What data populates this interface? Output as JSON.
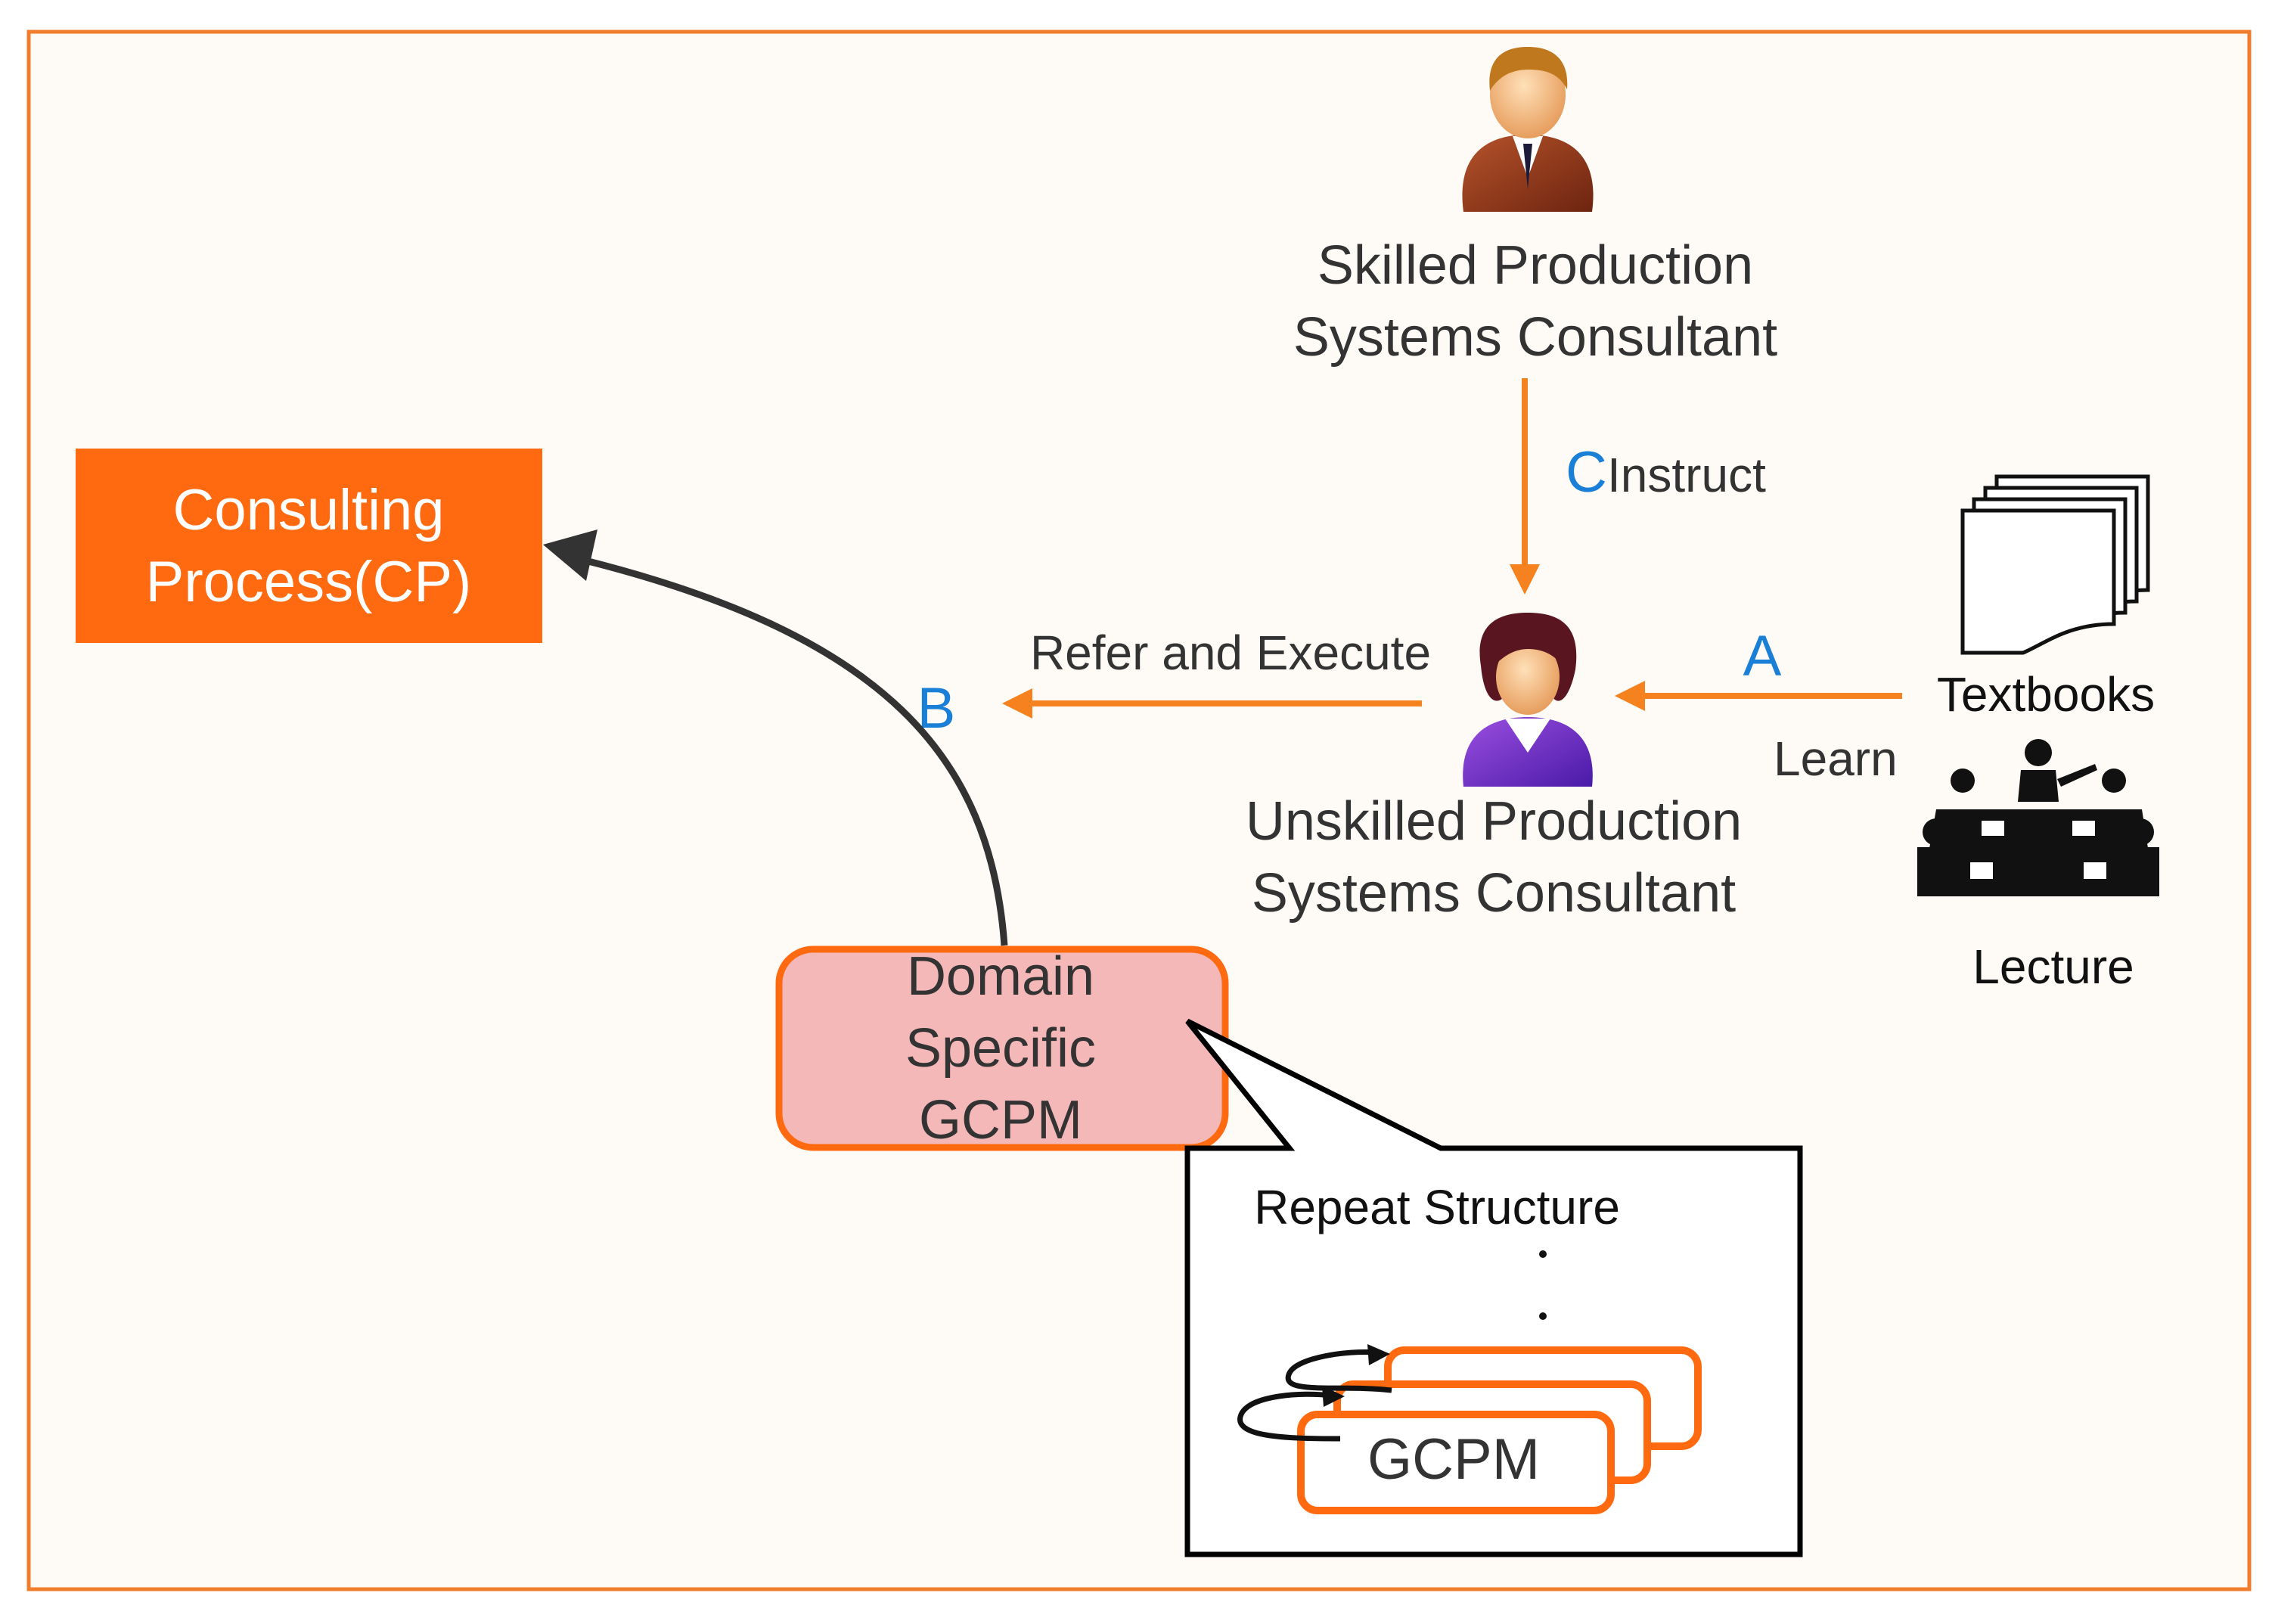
{
  "skilled_consultant": {
    "icon": "businessman-icon",
    "line1": "Skilled Production",
    "line2": "Systems Consultant"
  },
  "unskilled_consultant": {
    "icon": "businesswoman-icon",
    "line1": "Unskilled Production",
    "line2": "Systems Consultant"
  },
  "consulting_process": {
    "line1": "Consulting",
    "line2": "Process(CP)"
  },
  "domain_gcpm": {
    "line1": "Domain",
    "line2": "Specific",
    "line3": "GCPM"
  },
  "repeat_structure": {
    "title": "Repeat Structure",
    "gcpm_label": "GCPM"
  },
  "sources": {
    "textbooks": {
      "icon": "documents-icon",
      "label": "Textbooks"
    },
    "lecture": {
      "icon": "lecture-icon",
      "label": "Lecture"
    }
  },
  "edges": {
    "instruct": {
      "letter": "C",
      "label": "Instruct"
    },
    "learn": {
      "letter": "A",
      "label": "Learn"
    },
    "refer": {
      "letter": "B",
      "label": "Refer and Execute"
    }
  },
  "colors": {
    "frame_border": "#f07d2c",
    "background": "#fefaf6",
    "accent_orange": "#ff6a10",
    "arrow_orange": "#f5821f",
    "gcpm_fill": "#f4b8b8",
    "letter_blue": "#1a7fd6",
    "text_dark": "#333333",
    "curve_dark": "#333333"
  }
}
